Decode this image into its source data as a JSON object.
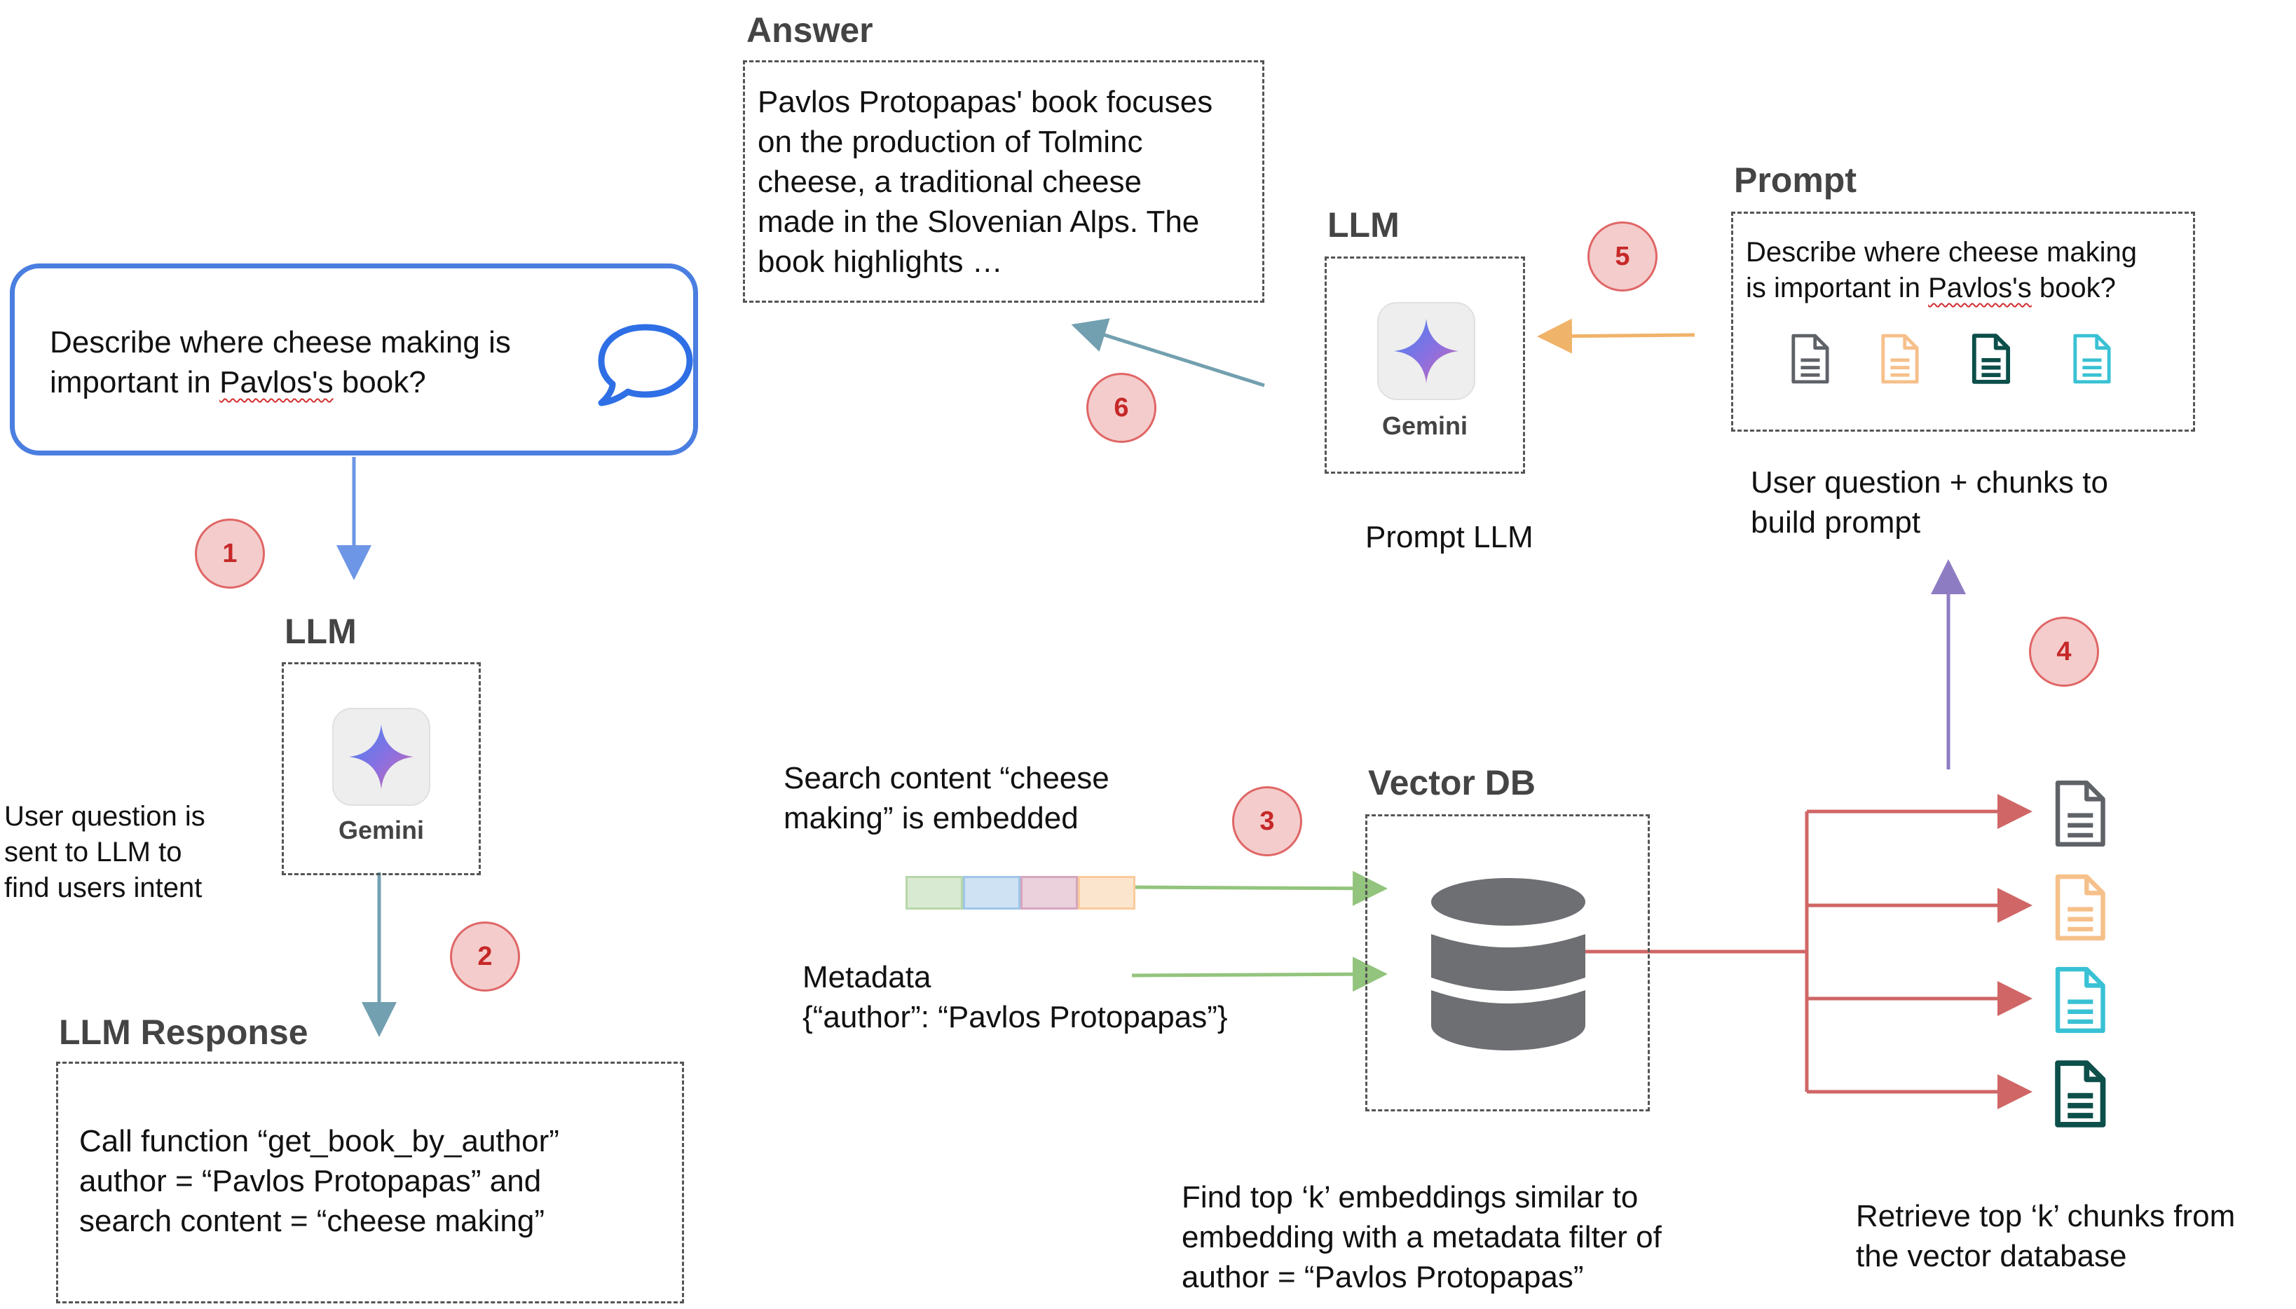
{
  "colors": {
    "bubble_border": "#4a7ee0",
    "arrow_blue": "#6d96e6",
    "arrow_teal": "#73a0b0",
    "arrow_orange": "#f0b36a",
    "arrow_purple": "#8e7cc3",
    "arrow_green": "#93c47d",
    "arrow_red": "#d06666",
    "step_fill": "#f4cccc",
    "step_text": "#c62828",
    "doc_gray": "#5f6368",
    "doc_peach": "#f6c08a",
    "doc_teal": "#39c1d4",
    "doc_dark": "#0d4f4a"
  },
  "question": {
    "line1": "Describe where cheese making is",
    "line2_pre": "important in ",
    "line2_name": "Pavlos's",
    "line2_post": " book?",
    "icon": "chat-bubble-icon"
  },
  "steps": [
    "1",
    "2",
    "3",
    "4",
    "5",
    "6"
  ],
  "llm_intent": {
    "heading": "LLM",
    "model": "Gemini",
    "icon": "gemini-sparkle-icon",
    "caption_lines": [
      "User question is",
      "sent to LLM to",
      "find users intent"
    ]
  },
  "llm_response": {
    "heading": "LLM Response",
    "lines": [
      "Call function “get_book_by_author”",
      "author = “Pavlos Protopapas” and",
      "search content = “cheese making”"
    ]
  },
  "answer": {
    "heading": "Answer",
    "lines": [
      "Pavlos Protopapas' book focuses",
      "on the production of Tolminc",
      "cheese, a traditional cheese",
      "made in the Slovenian Alps. The",
      "book highlights …"
    ]
  },
  "llm_prompt": {
    "heading": "LLM",
    "model": "Gemini",
    "icon": "gemini-sparkle-icon",
    "caption": "Prompt LLM"
  },
  "prompt": {
    "heading": "Prompt",
    "line1": "Describe where cheese making",
    "line2_pre": "is important in ",
    "line2_name": "Pavlos's",
    "line2_post": " book?",
    "doc_icons": [
      "document-gray-icon",
      "document-peach-icon",
      "document-dark-icon",
      "document-teal-icon"
    ],
    "caption_lines": [
      "User question + chunks to",
      "build prompt"
    ]
  },
  "vector_db": {
    "heading": "Vector DB",
    "icon": "database-icon",
    "embed_caption_lines": [
      "Search content “cheese",
      "making” is embedded"
    ],
    "metadata_lines": [
      "Metadata",
      "{“author”: “Pavlos Protopapas”}"
    ],
    "embedding_colors": [
      "#d9ead3",
      "#cfe2f3",
      "#ead1dc",
      "#fce5cd"
    ],
    "find_caption_lines": [
      "Find top ‘k’ embeddings similar to",
      "embedding with a metadata filter of",
      "author = “Pavlos Protopapas”"
    ]
  },
  "retrieve": {
    "doc_icons": [
      "document-gray-icon",
      "document-peach-icon",
      "document-teal-icon",
      "document-dark-icon"
    ],
    "caption_lines": [
      "Retrieve top ‘k’ chunks from",
      "the vector database"
    ]
  }
}
